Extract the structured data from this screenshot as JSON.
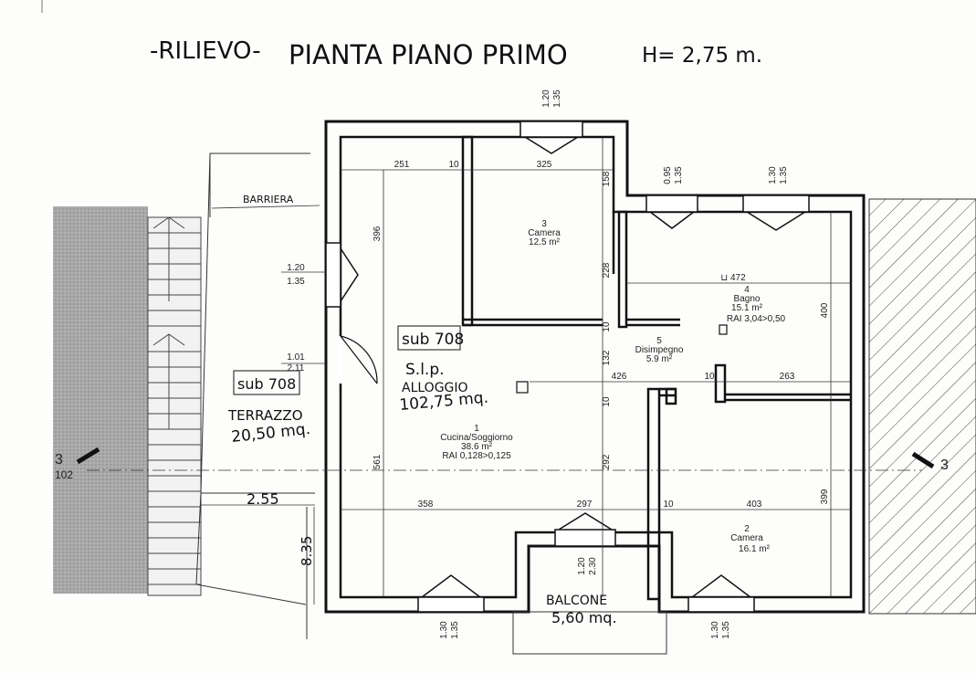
{
  "header": {
    "left_title": "-RILIEVO-",
    "main_title": "PIANTA PIANO PRIMO",
    "height_note": "H= 2,75 m."
  },
  "rooms": [
    {
      "number": "1",
      "name": "Cucina/Soggiorno",
      "area": "38.6 m²",
      "rai": "RAI 0,128>0,125"
    },
    {
      "number": "2",
      "name": "Camera",
      "area": "16.1 m²"
    },
    {
      "number": "3",
      "name": "Camera",
      "area": "12.5 m²"
    },
    {
      "number": "4",
      "name": "Bagno",
      "area": "15.1 m²",
      "rai": "RAI 3,04>0,50"
    },
    {
      "number": "5",
      "name": "Disimpegno",
      "area": "5.9 m²"
    }
  ],
  "annotations": {
    "barriera": "BARRIERA",
    "sub_main": "sub 708",
    "slp_line1": "S.l.p.",
    "slp_line2": "ALLOGGIO",
    "slp_line3": "102,75 mq.",
    "sub_terrazzo": "sub 708",
    "terrazzo_label": "TERRAZZO",
    "terrazzo_area": "20,50 mq.",
    "balcone_label": "BALCONE",
    "balcone_area": "5,60 mq.",
    "dim_255": "2.55",
    "dim_835": "8.35",
    "section_left": "3",
    "section_right": "3",
    "section_level": "102"
  },
  "dimensions": {
    "d251": "251",
    "d10_top": "10",
    "d325": "325",
    "d158": "158",
    "d396": "396",
    "d228": "228",
    "d472": "⊔ 472",
    "d400": "400",
    "d132": "132",
    "d10_mid": "10",
    "d426": "426",
    "d10_bagno": "10",
    "d263": "263",
    "d10_v": "10",
    "d561": "561",
    "d292": "292",
    "d358": "358",
    "d297": "297",
    "d10_bot": "10",
    "d403": "403",
    "d399": "399"
  },
  "windows": {
    "top_camera": [
      "1.20",
      "1.35"
    ],
    "bagno_left": [
      "0.95",
      "1.35"
    ],
    "bagno_right": [
      "1.30",
      "1.35"
    ],
    "left_window": [
      "1.20",
      "1.35"
    ],
    "door": [
      "1.01",
      "2.11"
    ],
    "balcony_door": [
      "1.20",
      "2.30"
    ],
    "bottom_left": [
      "1.30",
      "1.35"
    ],
    "bottom_right": [
      "1.30",
      "1.35"
    ]
  }
}
